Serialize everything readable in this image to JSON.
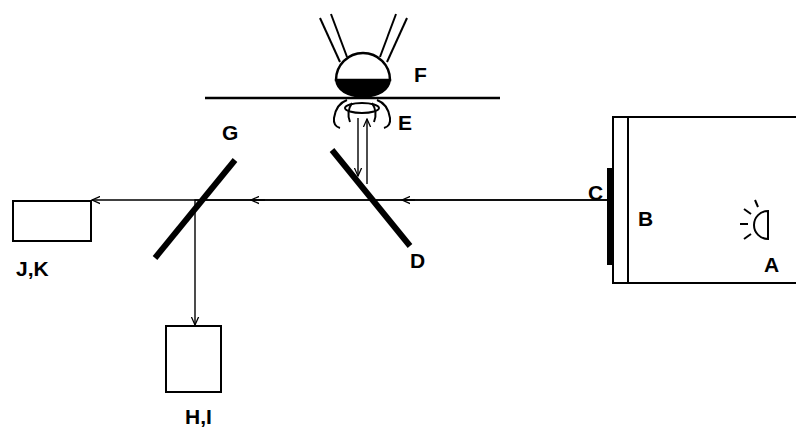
{
  "diagram": {
    "nodes": [
      {
        "text": [
          "J,K"
        ]
      },
      {
        "text": [
          "H,I"
        ]
      },
      {
        "text": [
          "B",
          "A"
        ]
      }
    ],
    "edges": [
      {
        "from": 2,
        "to": 0,
        "arrow": "to"
      },
      {
        "from": 2,
        "to": 1,
        "arrow": "to"
      }
    ],
    "labels": [
      "F",
      "E",
      "G",
      "D",
      "C"
    ]
  }
}
